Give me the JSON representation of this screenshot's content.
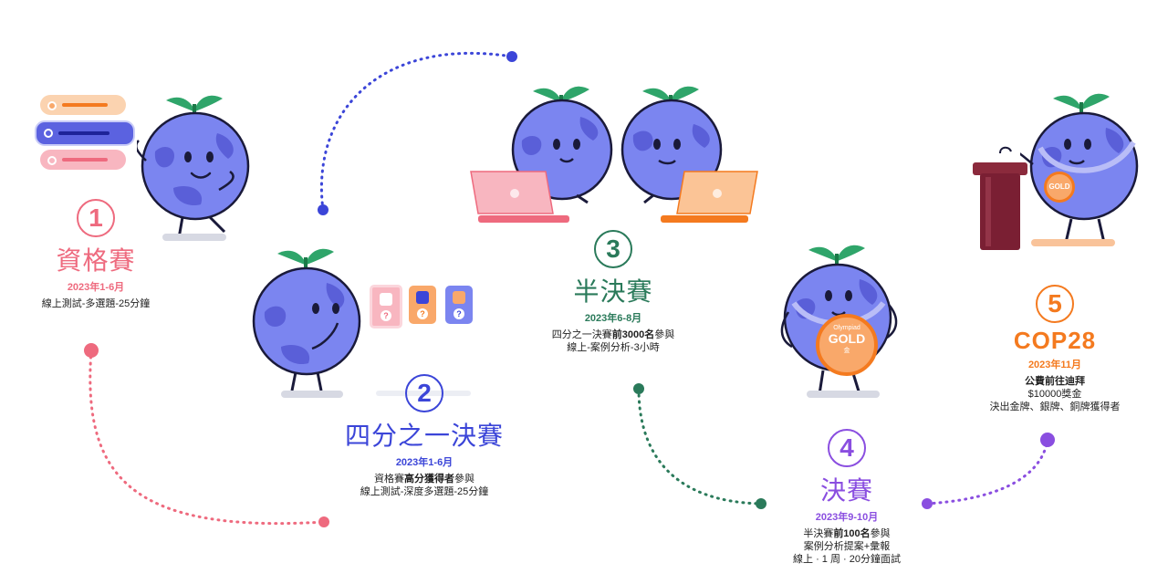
{
  "stages": [
    {
      "num": "1",
      "title": "資格賽",
      "date": "2023年1-6月",
      "lines": [
        [
          {
            "t": "線上測試-多選題-25分鐘",
            "b": false
          }
        ]
      ],
      "color": "#ee6a7e"
    },
    {
      "num": "2",
      "title": "四分之一決賽",
      "date": "2023年1-6月",
      "lines": [
        [
          {
            "t": "資格賽",
            "b": false
          },
          {
            "t": "高分獲得者",
            "b": true
          },
          {
            "t": "參與",
            "b": false
          }
        ],
        [
          {
            "t": "線上測試-深度多選題-25分鐘",
            "b": false
          }
        ]
      ],
      "color": "#3b45d8"
    },
    {
      "num": "3",
      "title": "半決賽",
      "date": "2023年6-8月",
      "lines": [
        [
          {
            "t": "四分之一決賽",
            "b": false
          },
          {
            "t": "前3000名",
            "b": true
          },
          {
            "t": "參與",
            "b": false
          }
        ],
        [
          {
            "t": "線上-案例分析-3小時",
            "b": false
          }
        ]
      ],
      "color": "#2a7a5a"
    },
    {
      "num": "4",
      "title": "決賽",
      "date": "2023年9-10月",
      "lines": [
        [
          {
            "t": "半決賽",
            "b": false
          },
          {
            "t": "前100名",
            "b": true
          },
          {
            "t": "參與",
            "b": false
          }
        ],
        [
          {
            "t": "案例分析提案+彙報",
            "b": false
          }
        ],
        [
          {
            "t": "線上 · 1 周 · 20分鐘面試",
            "b": false
          }
        ]
      ],
      "color": "#8a4ee0"
    },
    {
      "num": "5",
      "title": "COP28",
      "date": "2023年11月",
      "lines": [
        [
          {
            "t": "公費前往迪拜",
            "b": true
          }
        ],
        [
          {
            "t": "$10000獎金",
            "b": false
          }
        ],
        [
          {
            "t": "決出金牌、銀牌、銅牌獲得者",
            "b": false
          }
        ]
      ],
      "color": "#f47a1f"
    }
  ],
  "medal_labels": {
    "top": "Olympiad",
    "main": "GOLD",
    "sub": "金"
  },
  "small_medal_label": "GOLD",
  "colors": {
    "globe": "#7b85f0",
    "globe_dark": "#5a5fd8",
    "leaf": "#2fa56a",
    "pink": "#ee6a7e",
    "blue": "#3b45d8",
    "green": "#2a7a5a",
    "purple": "#8a4ee0",
    "orange": "#f47a1f",
    "podium": "#8b2a3c"
  },
  "icons": [
    "option-list-icon",
    "question-card-icon",
    "laptop-icon",
    "medal-icon",
    "podium-icon",
    "globe-mascot-icon"
  ]
}
